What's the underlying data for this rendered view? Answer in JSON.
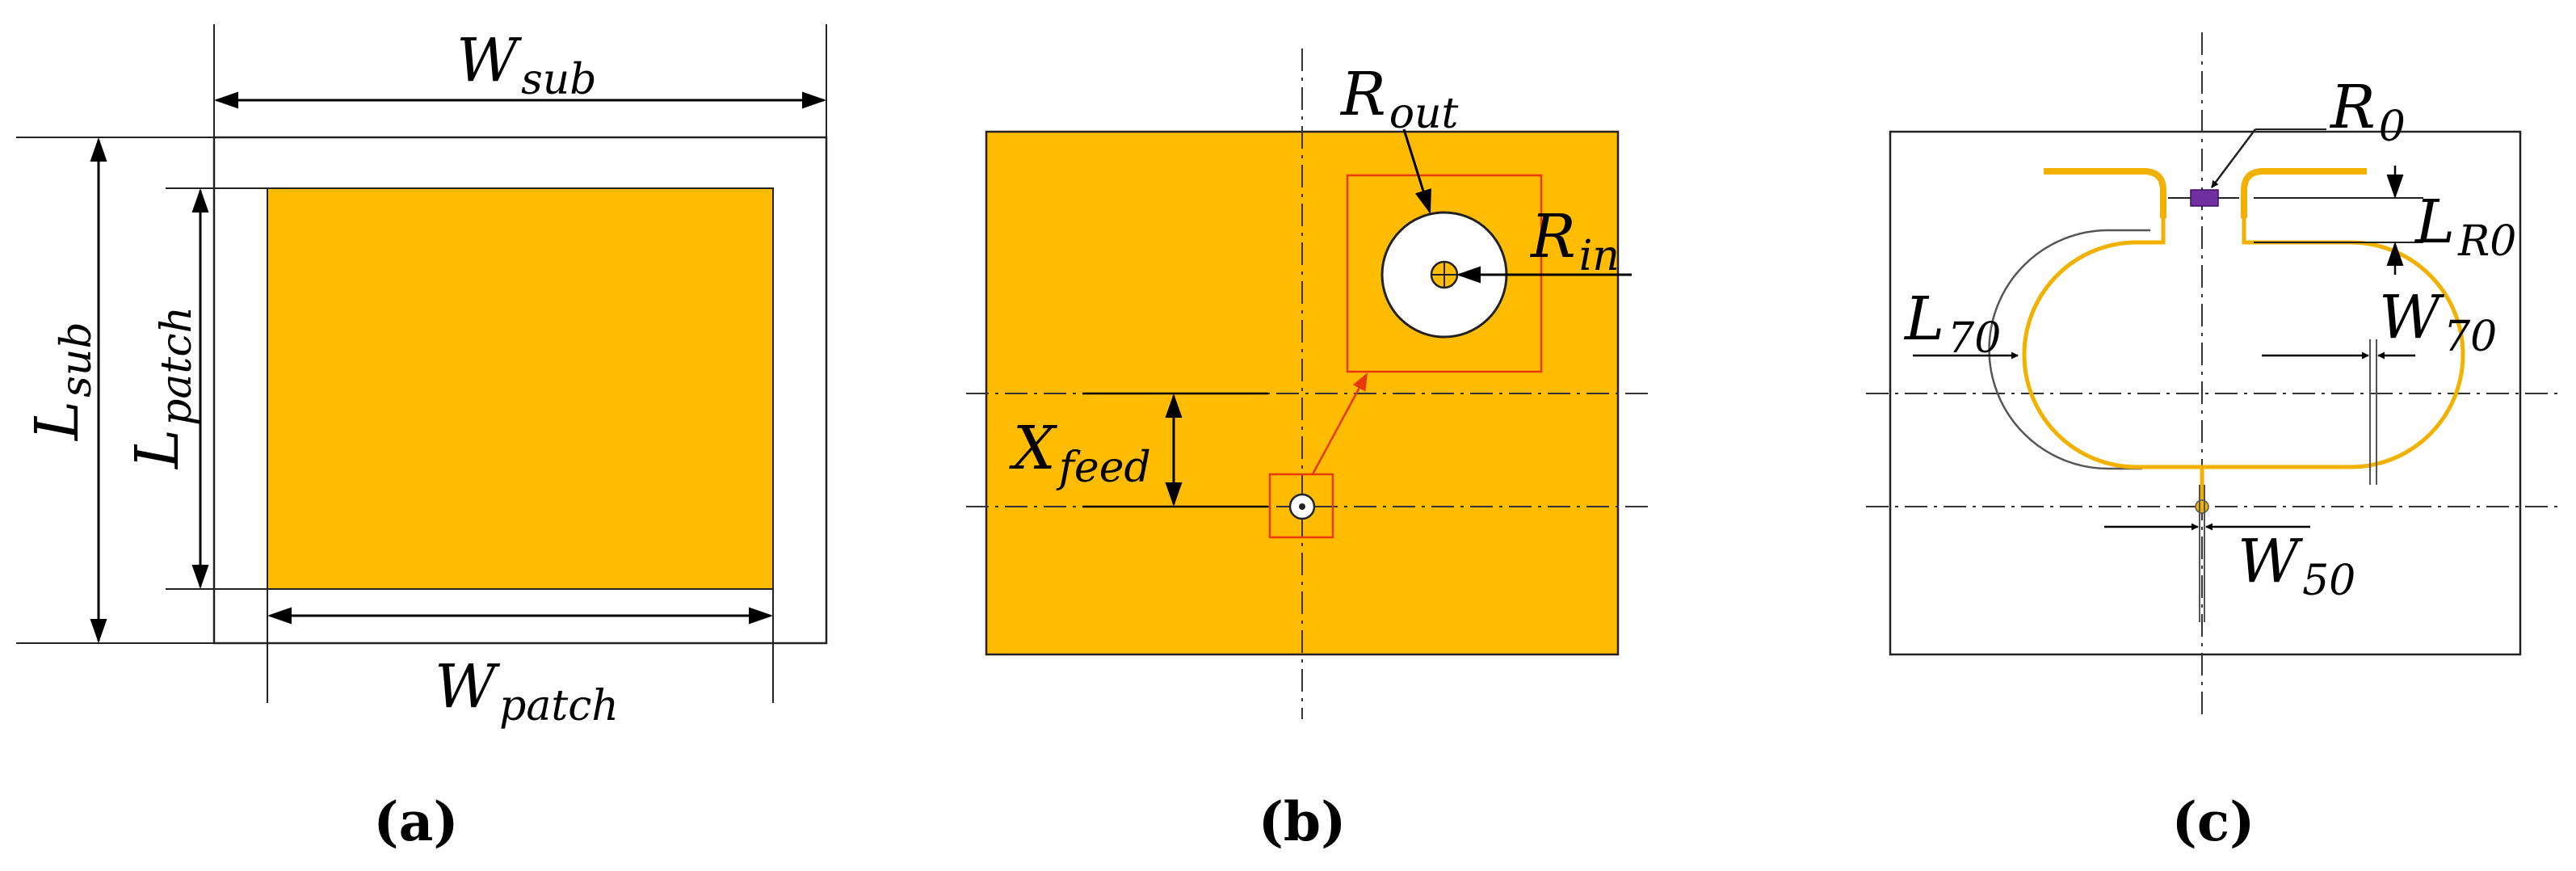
{
  "colors": {
    "patch": "#FFBC00",
    "substrate_outline": "#222222",
    "guide": "#E8380D",
    "resistor": "#7030A0",
    "line": "#000000"
  },
  "panel_a": {
    "caption": "(a)",
    "labels": {
      "w_sub": {
        "main": "W",
        "sub": "sub"
      },
      "l_sub": {
        "main": "L",
        "sub": "sub"
      },
      "l_patch": {
        "main": "L",
        "sub": "patch"
      },
      "w_patch": {
        "main": "W",
        "sub": "patch"
      }
    }
  },
  "panel_b": {
    "caption": "(b)",
    "labels": {
      "r_out": {
        "main": "R",
        "sub": "out"
      },
      "r_in": {
        "main": "R",
        "sub": "in"
      },
      "x_feed": {
        "main": "X",
        "sub": "feed"
      }
    }
  },
  "panel_c": {
    "caption": "(c)",
    "labels": {
      "r0": {
        "main": "R",
        "sub": "0"
      },
      "l_r0": {
        "main": "L",
        "sub": "R0"
      },
      "l_70": {
        "main": "L",
        "sub": "70"
      },
      "w_70": {
        "main": "W",
        "sub": "70"
      },
      "w_50": {
        "main": "W",
        "sub": "50"
      }
    }
  }
}
